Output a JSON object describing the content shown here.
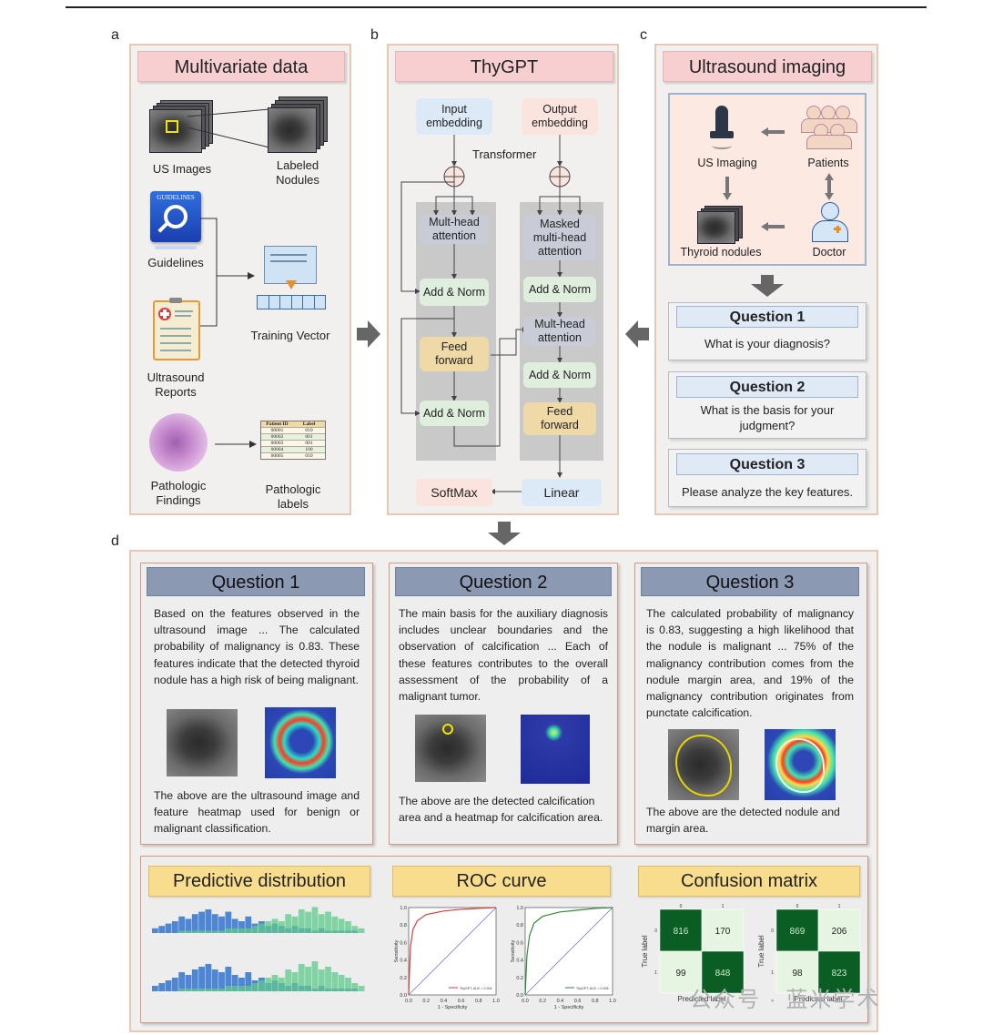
{
  "panel_labels": {
    "a": "a",
    "b": "b",
    "c": "c",
    "d": "d"
  },
  "panel_a": {
    "title": "Multivariate data",
    "us_images": "US Images",
    "labeled_nodules": "Labeled\nNodules",
    "guidelines_icon_text": "GUIDELINES",
    "guidelines": "Guidelines",
    "training_vector": "Training Vector",
    "ultrasound_reports": "Ultrasound\nReports",
    "pathologic_findings": "Pathologic\nFindings",
    "pathologic_labels": "Pathologic\nlabels",
    "table": {
      "headers": [
        "Patient ID",
        "Label"
      ],
      "rows": [
        [
          "00001",
          "010"
        ],
        [
          "00002",
          "001"
        ],
        [
          "00003",
          "001"
        ],
        [
          "00004",
          "100"
        ],
        [
          "00005",
          "010"
        ]
      ]
    }
  },
  "panel_b": {
    "title": "ThyGPT",
    "input_embedding": "Input\nembedding",
    "output_embedding": "Output\nembedding",
    "transformer": "Transformer",
    "enc_attention": "Mult-head\nattention",
    "enc_addnorm1": "Add & Norm",
    "enc_ff": "Feed\nforward",
    "enc_addnorm2": "Add & Norm",
    "dec_masked": "Masked\nmulti-head\nattention",
    "dec_addnorm1": "Add & Norm",
    "dec_attention": "Mult-head\nattention",
    "dec_addnorm2": "Add & Norm",
    "dec_ff": "Feed\nforward",
    "softmax": "SoftMax",
    "linear": "Linear"
  },
  "panel_c": {
    "title": "Ultrasound imaging",
    "us_imaging": "US Imaging",
    "patients": "Patients",
    "thyroid_nodules": "Thyroid nodules",
    "doctor": "Doctor",
    "questions": [
      {
        "head": "Question 1",
        "text": "What is your diagnosis?"
      },
      {
        "head": "Question 2",
        "text": "What is the basis for your\njudgment?"
      },
      {
        "head": "Question 3",
        "text": "Please analyze the key features."
      }
    ]
  },
  "panel_d": {
    "questions": [
      {
        "head": "Question 1",
        "text": "Based on the features observed in the ultrasound image ... The calculated probability of malignancy is 0.83. These features indicate that the detected thyroid nodule has a high risk of being malignant.",
        "caption": "The above are the ultrasound image and feature heatmap used for benign or malignant classification."
      },
      {
        "head": "Question 2",
        "text": "The main basis for the auxiliary diagnosis includes unclear boundaries and the observation of calcification ... Each of these features contributes to the overall assessment of the probability of a malignant tumor.",
        "caption": "The above are the detected calcification area and a heatmap for calcification area."
      },
      {
        "head": "Question 3",
        "text": "The calculated probability of malignancy is 0.83, suggesting a high likelihood that the nodule is malignant ... 75% of the malignancy contribution comes from the nodule margin area, and 19% of the malignancy contribution originates from punctate calcification.",
        "caption": "The above are the detected nodule and margin area."
      }
    ],
    "predictive_title": "Predictive distribution",
    "roc_title": "ROC curve",
    "confusion_title": "Confusion matrix",
    "roc_axis": {
      "xlabel": "1 - Specificity",
      "ylabel": "Sensitivity",
      "ticks": [
        "0.0",
        "0.2",
        "0.4",
        "0.6",
        "0.8",
        "1.0"
      ]
    },
    "roc_legends": [
      "ThyGPT, AUC = 0.904",
      "ThyGPT, AUC = 0.906"
    ],
    "confusion": [
      {
        "values": [
          "816",
          "170",
          "99",
          "848"
        ],
        "xlabel": "Predicted label",
        "ylabel": "True label",
        "ticks": [
          "0",
          "1"
        ]
      },
      {
        "values": [
          "869",
          "206",
          "98",
          "823"
        ],
        "xlabel": "Predicted label",
        "ylabel": "True label",
        "ticks": [
          "0",
          "1"
        ]
      }
    ]
  },
  "watermark": "公众号 · 蓝米学术",
  "chart_data": [
    {
      "type": "line",
      "title": "ROC curve",
      "xlabel": "1 - Specificity",
      "ylabel": "Sensitivity",
      "xlim": [
        0,
        1
      ],
      "ylim": [
        0,
        1
      ],
      "series": [
        {
          "name": "ThyGPT, AUC = 0.904",
          "x": [
            0,
            0.02,
            0.05,
            0.1,
            0.2,
            0.4,
            0.6,
            0.8,
            1.0
          ],
          "y": [
            0,
            0.55,
            0.75,
            0.85,
            0.92,
            0.96,
            0.98,
            0.99,
            1.0
          ],
          "color": "#e03a3a"
        }
      ]
    },
    {
      "type": "line",
      "title": "ROC curve",
      "xlabel": "1 - Specificity",
      "ylabel": "Sensitivity",
      "xlim": [
        0,
        1
      ],
      "ylim": [
        0,
        1
      ],
      "series": [
        {
          "name": "ThyGPT, AUC = 0.906",
          "x": [
            0,
            0.02,
            0.05,
            0.1,
            0.2,
            0.4,
            0.6,
            0.8,
            1.0
          ],
          "y": [
            0,
            0.45,
            0.68,
            0.82,
            0.9,
            0.95,
            0.97,
            0.99,
            1.0
          ],
          "color": "#2e8b3a"
        }
      ]
    },
    {
      "type": "heatmap",
      "title": "Confusion matrix",
      "xlabel": "Predicted label",
      "ylabel": "True label",
      "categories": [
        "0",
        "1"
      ],
      "values": [
        [
          816,
          170
        ],
        [
          99,
          848
        ]
      ]
    },
    {
      "type": "heatmap",
      "title": "Confusion matrix",
      "xlabel": "Predicted label",
      "ylabel": "True label",
      "categories": [
        "0",
        "1"
      ],
      "values": [
        [
          869,
          206
        ],
        [
          98,
          823
        ]
      ]
    }
  ]
}
